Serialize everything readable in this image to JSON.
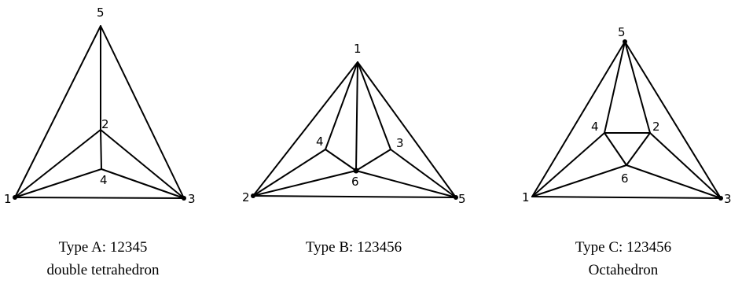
{
  "figures": [
    {
      "caption_line1": "Type A: 12345",
      "caption_line2": "double tetrahedron",
      "vertex_labels": [
        "5",
        "2",
        "4",
        "1",
        "3"
      ]
    },
    {
      "caption_line1": "Type B: 123456",
      "caption_line2": "",
      "vertex_labels": [
        "1",
        "4",
        "3",
        "6",
        "2",
        "5"
      ]
    },
    {
      "caption_line1": "Type C: 123456",
      "caption_line2": "Octahedron",
      "vertex_labels": [
        "5",
        "4",
        "2",
        "6",
        "1",
        "3"
      ]
    }
  ]
}
